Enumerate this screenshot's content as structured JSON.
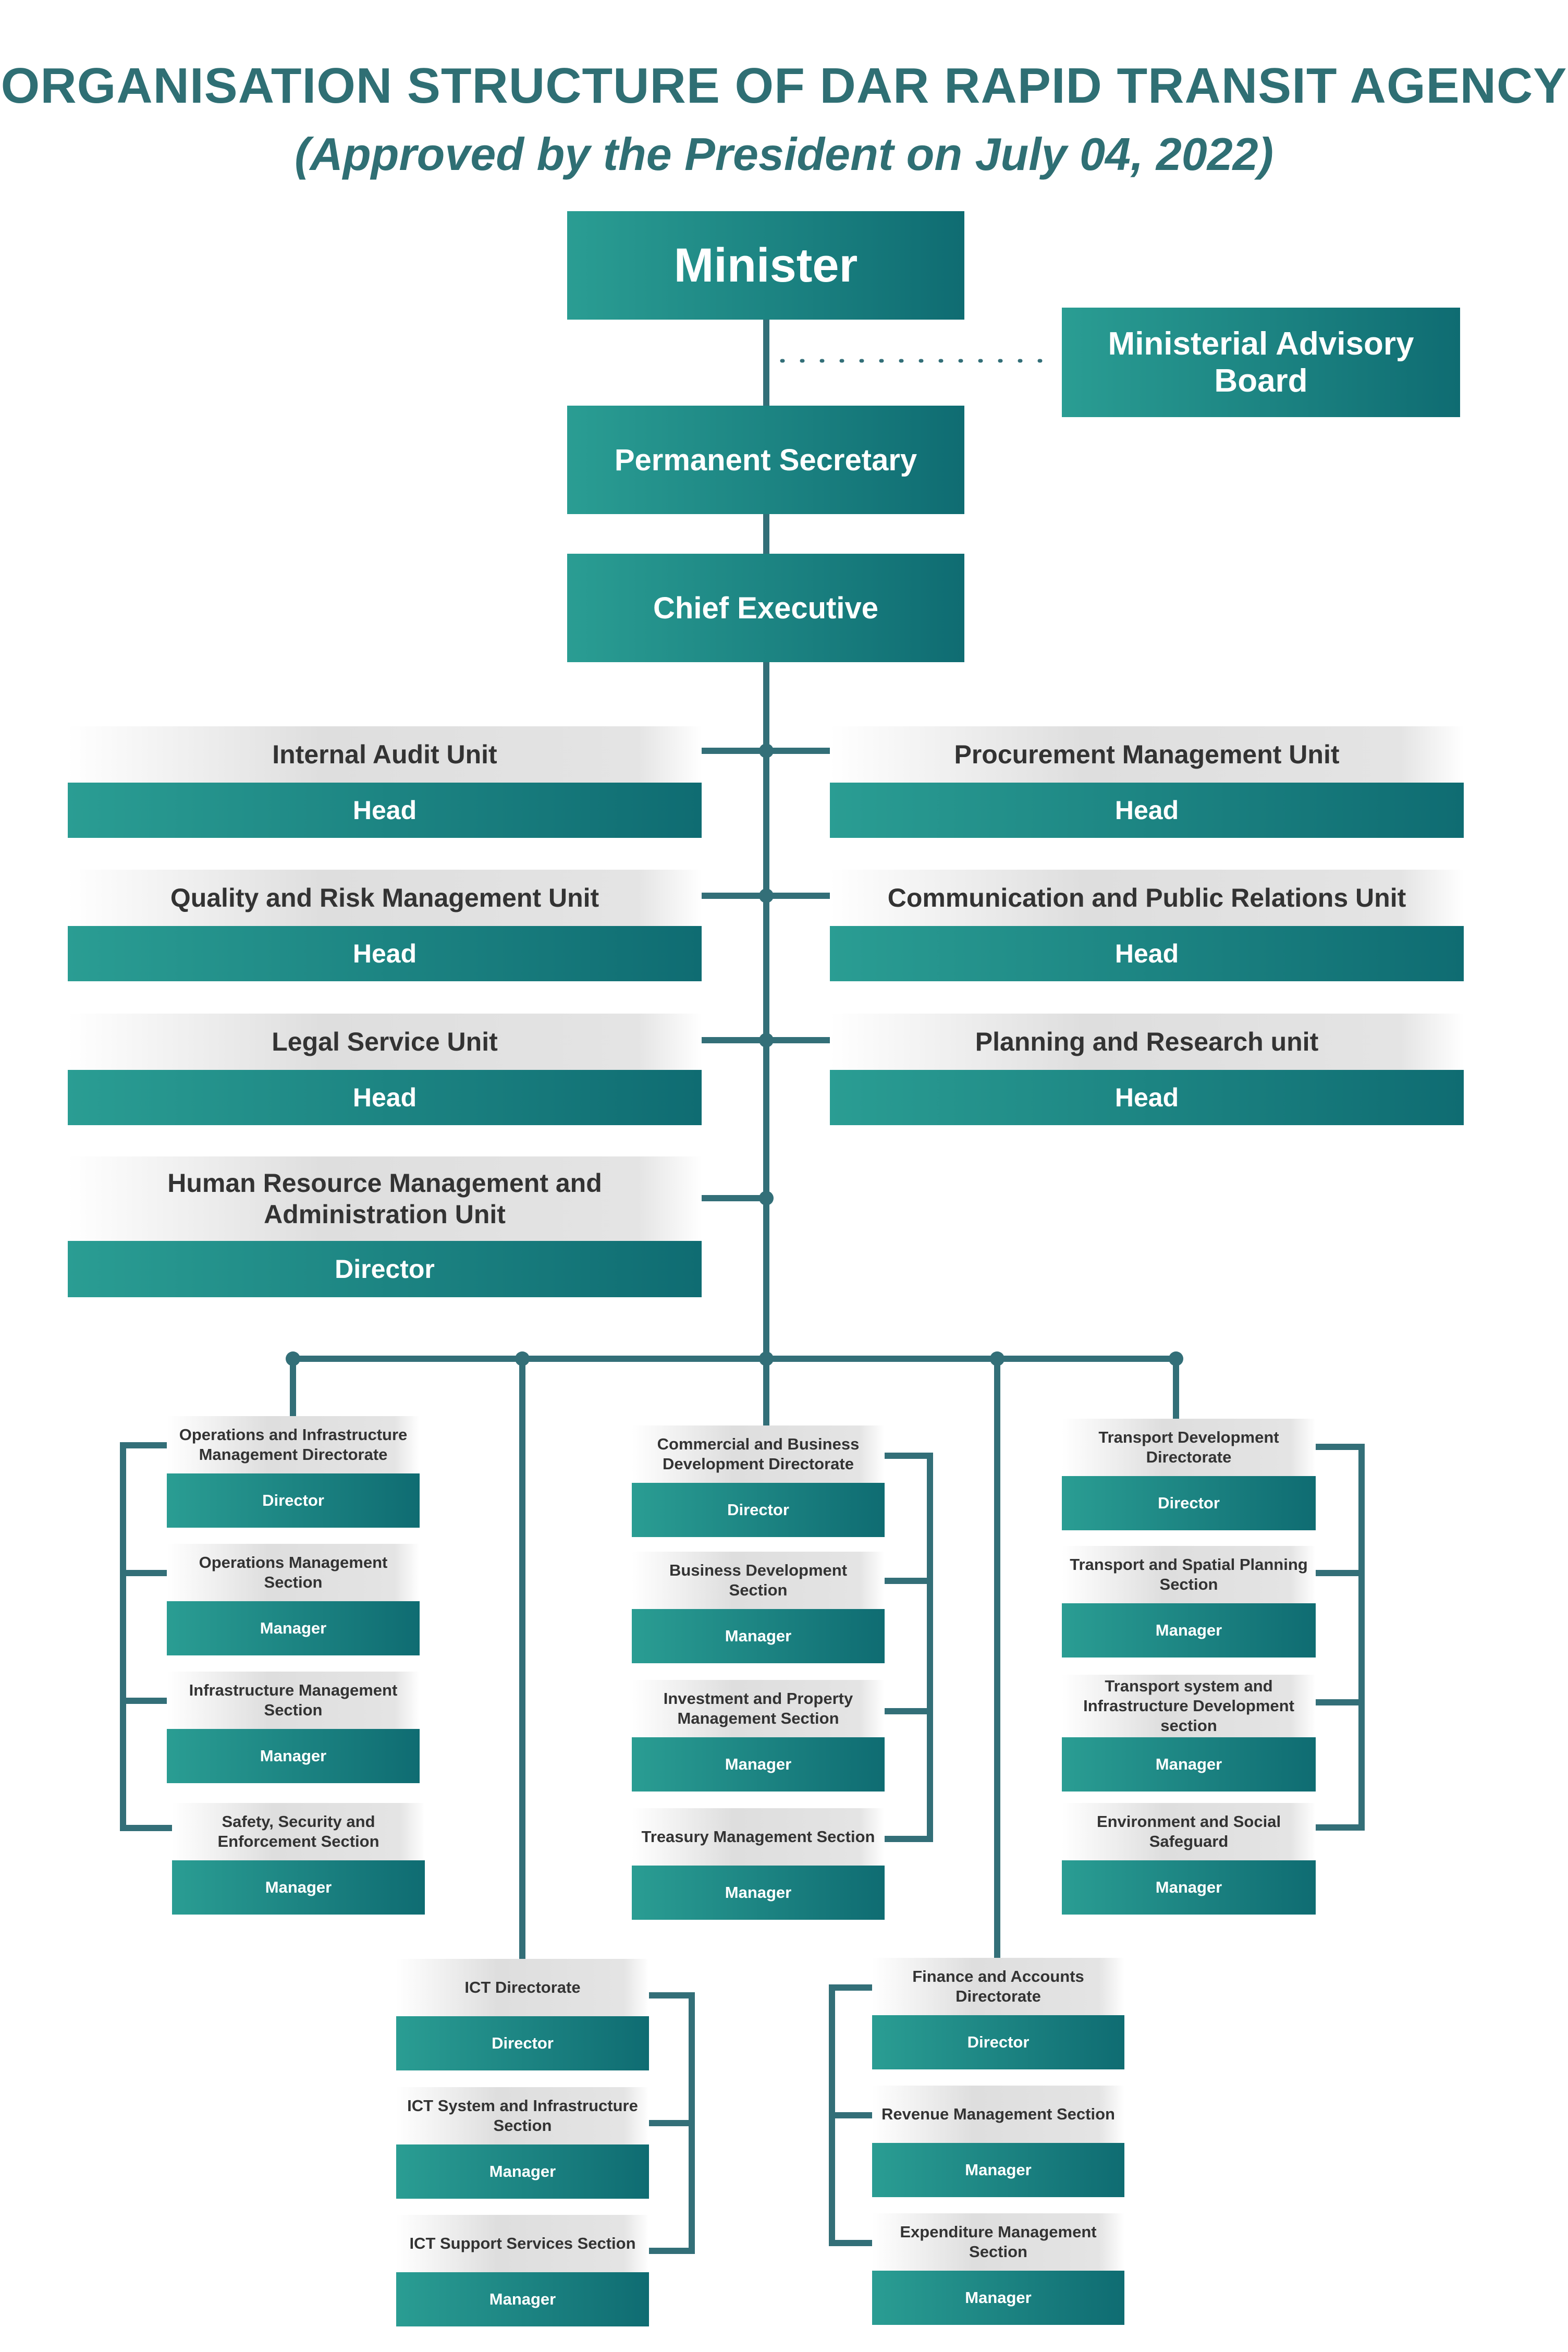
{
  "header": {
    "title": "ORGANISATION STRUCTURE OF DAR RAPID TRANSIT AGENCY",
    "subtitle": "(Approved by the President on July 04, 2022)"
  },
  "colors": {
    "teal_start": "#2a9d93",
    "teal_end": "#0f6c72",
    "connector": "#336f78",
    "title": "#2f6f74"
  },
  "top": {
    "minister": "Minister",
    "advisory_board": "Ministerial Advisory Board",
    "permanent_secretary": "Permanent Secretary",
    "chief_executive": "Chief Executive"
  },
  "units": [
    {
      "name": "Internal Audit Unit",
      "role": "Head"
    },
    {
      "name": "Procurement Management Unit",
      "role": "Head"
    },
    {
      "name": "Quality and Risk Management Unit",
      "role": "Head"
    },
    {
      "name": "Communication and Public Relations Unit",
      "role": "Head"
    },
    {
      "name": "Legal Service Unit",
      "role": "Head"
    },
    {
      "name": "Planning and Research unit",
      "role": "Head"
    },
    {
      "name": "Human Resource Management and Administration Unit",
      "role": "Director"
    }
  ],
  "directorates": {
    "operations": [
      {
        "name": "Operations and Infrastructure Management Directorate",
        "role": "Director"
      },
      {
        "name": "Operations Management Section",
        "role": "Manager"
      },
      {
        "name": "Infrastructure Management Section",
        "role": "Manager"
      },
      {
        "name": "Safety, Security and Enforcement Section",
        "role": "Manager"
      }
    ],
    "commercial": [
      {
        "name": "Commercial and Business Development Directorate",
        "role": "Director"
      },
      {
        "name": "Business Development Section",
        "role": "Manager"
      },
      {
        "name": "Investment and Property Management Section",
        "role": "Manager"
      },
      {
        "name": "Treasury Management Section",
        "role": "Manager"
      }
    ],
    "transport": [
      {
        "name": "Transport Development Directorate",
        "role": "Director"
      },
      {
        "name": "Transport and Spatial Planning Section",
        "role": "Manager"
      },
      {
        "name": "Transport system and Infrastructure Development section",
        "role": "Manager"
      },
      {
        "name": "Environment and Social Safeguard",
        "role": "Manager"
      }
    ],
    "ict": [
      {
        "name": "ICT Directorate",
        "role": "Director"
      },
      {
        "name": "ICT System and Infrastructure Section",
        "role": "Manager"
      },
      {
        "name": "ICT Support Services Section",
        "role": "Manager"
      }
    ],
    "finance": [
      {
        "name": "Finance and Accounts Directorate",
        "role": "Director"
      },
      {
        "name": "Revenue Management Section",
        "role": "Manager"
      },
      {
        "name": "Expenditure Management Section",
        "role": "Manager"
      }
    ]
  }
}
